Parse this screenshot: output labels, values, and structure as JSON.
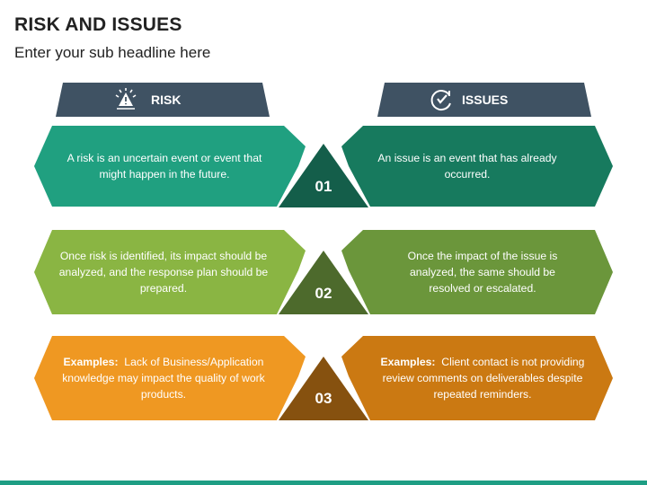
{
  "title": "RISK AND ISSUES",
  "subtitle": "Enter your sub headline here",
  "headers": {
    "risk": "RISK",
    "issues": "ISSUES"
  },
  "rows": [
    {
      "number": "01",
      "risk_label": "",
      "risk_text": "A risk is an uncertain event or event that might happen in the future.",
      "issue_label": "",
      "issue_text": "An issue is an event that has already occurred.",
      "left_color": "#20a080",
      "right_color": "#177a5e",
      "triangle_color": "#145e4a"
    },
    {
      "number": "02",
      "risk_label": "",
      "risk_text": "Once risk is identified, its impact should be analyzed, and the response plan should be prepared.",
      "issue_label": "",
      "issue_text": "Once the impact of the issue is analyzed, the same should be resolved or escalated.",
      "left_color": "#8ab543",
      "right_color": "#6b963b",
      "triangle_color": "#4d6a2c"
    },
    {
      "number": "03",
      "risk_label": "Examples:",
      "risk_text": "Lack of Business/Application knowledge may impact the quality of work products.",
      "issue_label": "Examples:",
      "issue_text": "Client contact is not providing review comments on deliverables despite repeated reminders.",
      "left_color": "#ef9822",
      "right_color": "#cb7912",
      "triangle_color": "#86510f"
    }
  ],
  "colors": {
    "header": "#3f5263",
    "bottom_bar": "#1e9e84"
  },
  "icons": {
    "risk": "risk-warning-icon",
    "issues": "check-gear-icon"
  }
}
